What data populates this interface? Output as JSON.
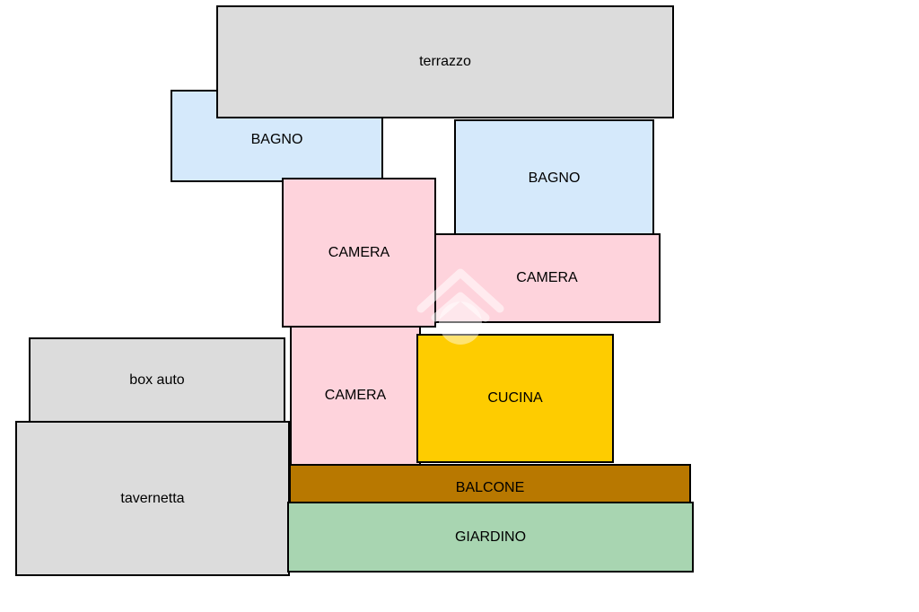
{
  "colors": {
    "gray": "#dcdcdc",
    "blue": "#d5e9fb",
    "pink": "#fed3dc",
    "yellow": "#fecc00",
    "brown": "#b87800",
    "green": "#a8d5b1",
    "border": "#000000"
  },
  "rooms": {
    "terrazzo": "terrazzo",
    "bagno_left": "BAGNO",
    "bagno_right": "BAGNO",
    "camera_top": "CAMERA",
    "camera_right": "CAMERA",
    "camera_bottom": "CAMERA",
    "cucina": "CUCINA",
    "box_auto": "box auto",
    "tavernetta": "tavernetta",
    "balcone": "BALCONE",
    "giardino": "GIARDINO"
  },
  "watermark": {
    "icon": "house-logo-icon"
  }
}
